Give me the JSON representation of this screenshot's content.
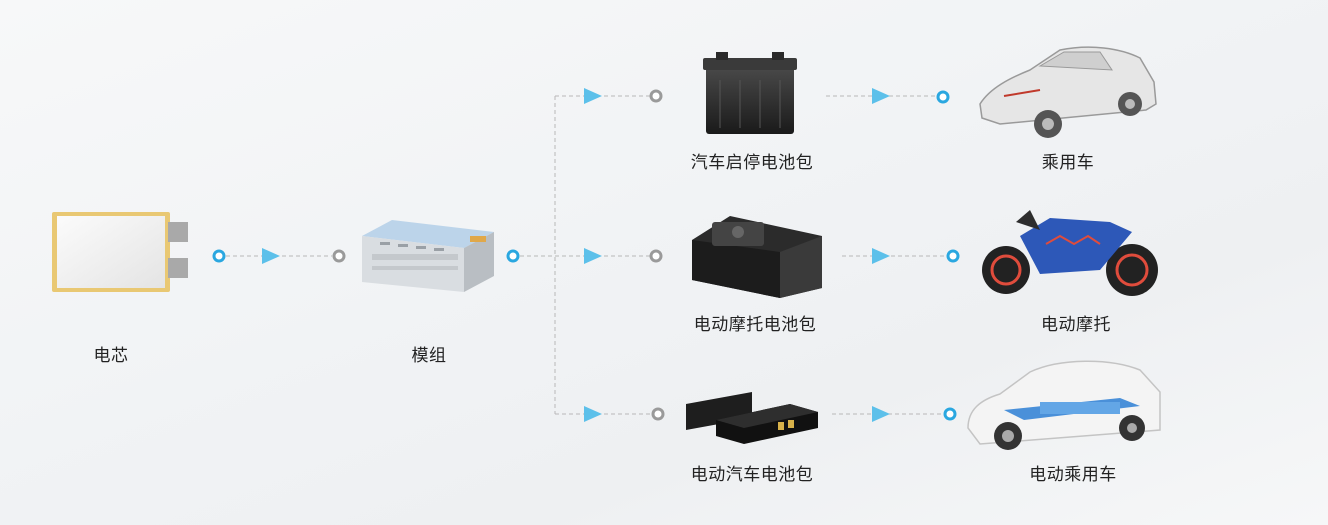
{
  "nodes": {
    "cell": {
      "label": "电芯"
    },
    "module": {
      "label": "模组"
    },
    "start_stop_pack": {
      "label": "汽车启停电池包"
    },
    "moto_pack": {
      "label": "电动摩托电池包"
    },
    "ev_pack": {
      "label": "电动汽车电池包"
    },
    "passenger_car": {
      "label": "乘用车"
    },
    "e_moto": {
      "label": "电动摩托"
    },
    "e_passenger_car": {
      "label": "电动乘用车"
    }
  },
  "colors": {
    "accent": "#2aa7e0",
    "arrow": "#5cc0ea",
    "connector_gray": "#9a9a9a",
    "line": "#b8b8b8"
  }
}
